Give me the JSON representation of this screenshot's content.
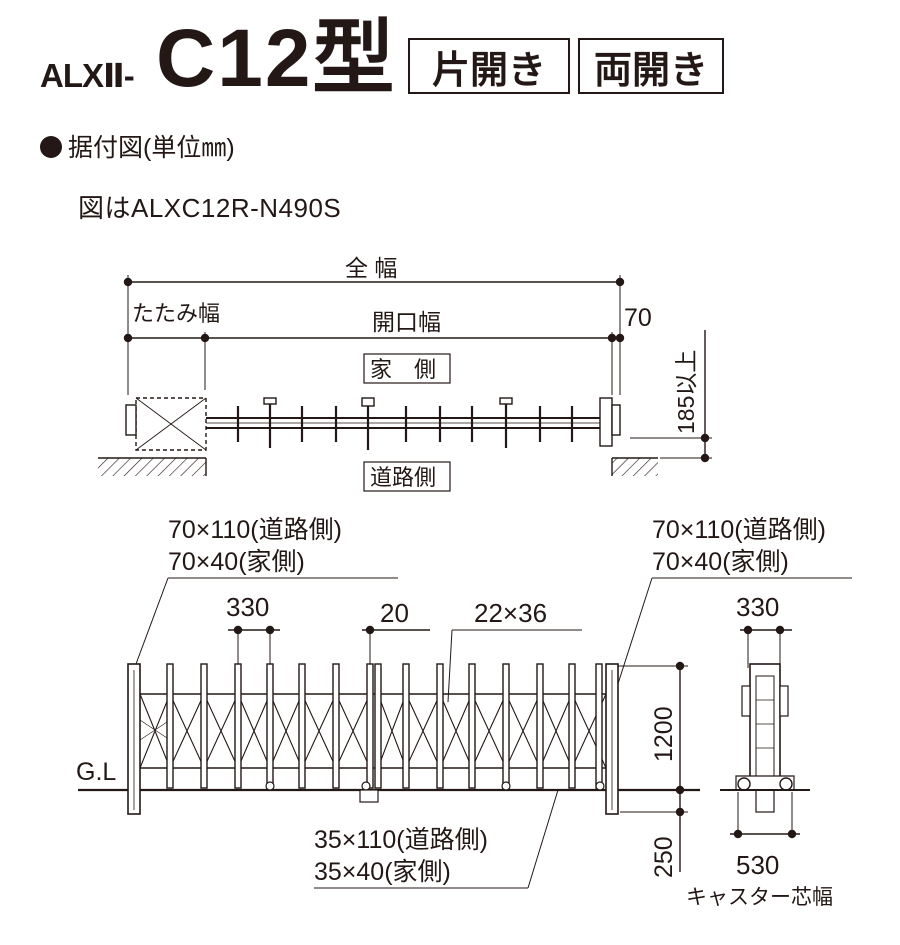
{
  "header": {
    "model_prefix": "ALXⅡ-",
    "model_name": "C12型",
    "badge_single": "片開き",
    "badge_double": "両開き"
  },
  "section": {
    "title": "据付図(単位㎜)",
    "figure_note": "図はALXC12R-N490S"
  },
  "plan_view": {
    "overall_width": "全 幅",
    "folded_width": "たたみ幅",
    "opening_width": "開口幅",
    "offset_70": "70",
    "house_side": "家　側",
    "road_side": "道路側",
    "clearance": "185以上"
  },
  "elevation_view": {
    "left_post_road": "70×110(道路側)",
    "left_post_house": "70×40(家側)",
    "right_post_road": "70×110(道路側)",
    "right_post_house": "70×40(家側)",
    "pitch": "330",
    "gap": "20",
    "bar_size": "22×36",
    "ground_line": "G.L",
    "height": "1200",
    "depth": "250",
    "foundation_road": "35×110(道路側)",
    "foundation_house": "35×40(家側)"
  },
  "side_view": {
    "pitch": "330",
    "caster_width_value": "530",
    "caster_width_label": "キャスター芯幅"
  }
}
